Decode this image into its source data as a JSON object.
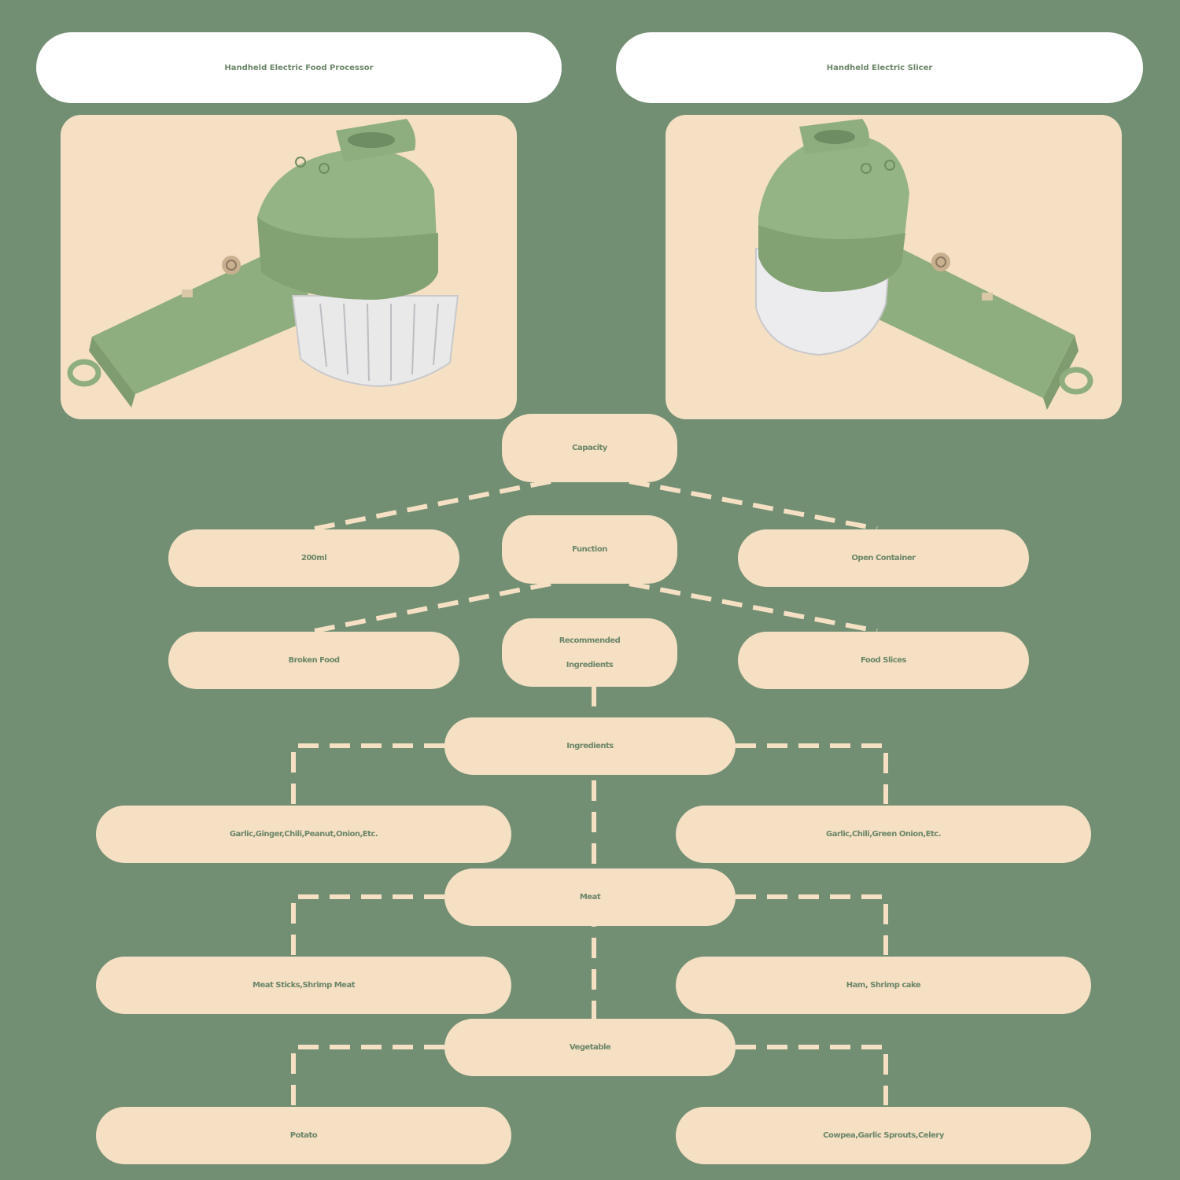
{
  "titles": {
    "left": "Handheld Electric Food Processor",
    "right": "Handheld Electric Slicer"
  },
  "nodes": {
    "capacity": "Capacity",
    "capacity_left": "200ml",
    "capacity_right": "Open Container",
    "function": "Function",
    "function_left": "Broken Food",
    "function_right": "Food Slices",
    "recommended_line1": "Recommended",
    "recommended_line2": "Ingredients",
    "ingredients": "Ingredients",
    "ingredients_left": "Garlic,Ginger,Chili,Peanut,Onion,Etc.",
    "ingredients_right": "Garlic,Chili,Green Onion,Etc.",
    "meat": "Meat",
    "meat_left": "Meat Sticks,Shrimp Meat",
    "meat_right": "Ham, Shrimp cake",
    "vegetable": "Vegetable",
    "vegetable_left": "Potato",
    "vegetable_right": "Cowpea,Garlic Sprouts,Celery"
  },
  "colors": {
    "background": "#728f73",
    "pill": "#f6e0c4",
    "text": "#6b8668",
    "product_green": "#8fae7f"
  }
}
